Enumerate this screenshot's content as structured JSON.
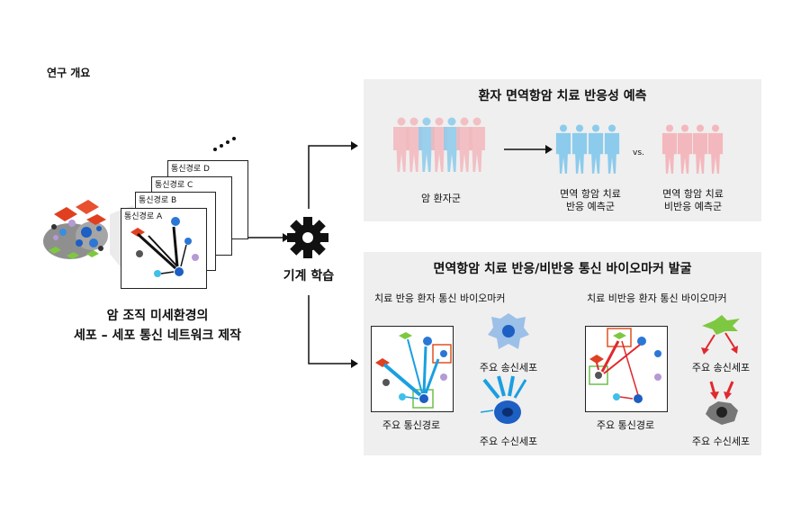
{
  "overview_title": "연구 개요",
  "left": {
    "caption_line1": "암 조직 미세환경의",
    "caption_line2": "세포 – 세포 통신 네트워크 제작",
    "cards": [
      "통신경로 A",
      "통신경로 B",
      "통신경로 C",
      "통신경로 D"
    ]
  },
  "center": {
    "label": "기계 학습",
    "gear_icon": "gear-icon"
  },
  "top_panel": {
    "title": "환자 면역항암 치료 반응성 예측",
    "group_all": "암 환자군",
    "responder_line1": "면역 항암 치료",
    "responder_line2": "반응 예측군",
    "vs": "vs.",
    "nonresponder_line1": "면역 항암 치료",
    "nonresponder_line2": "비반응 예측군",
    "colors": {
      "responder": "#8ccbec",
      "nonresponder": "#f3b8bd"
    }
  },
  "bottom_panel": {
    "title": "면역항암 치료 반응/비반응 통신 바이오마커 발굴",
    "responder": {
      "title": "치료 반응 환자 통신 바이오마커",
      "pathway": "주요 통신경로",
      "sender": "주요 송신세포",
      "receiver": "주요 수신세포",
      "color": "#1a9fe0"
    },
    "nonresponder": {
      "title": "치료 비반응 환자 통신 바이오마커",
      "pathway": "주요 통신경로",
      "sender": "주요 송신세포",
      "receiver": "주요 수신세포",
      "color": "#e0282e"
    }
  }
}
